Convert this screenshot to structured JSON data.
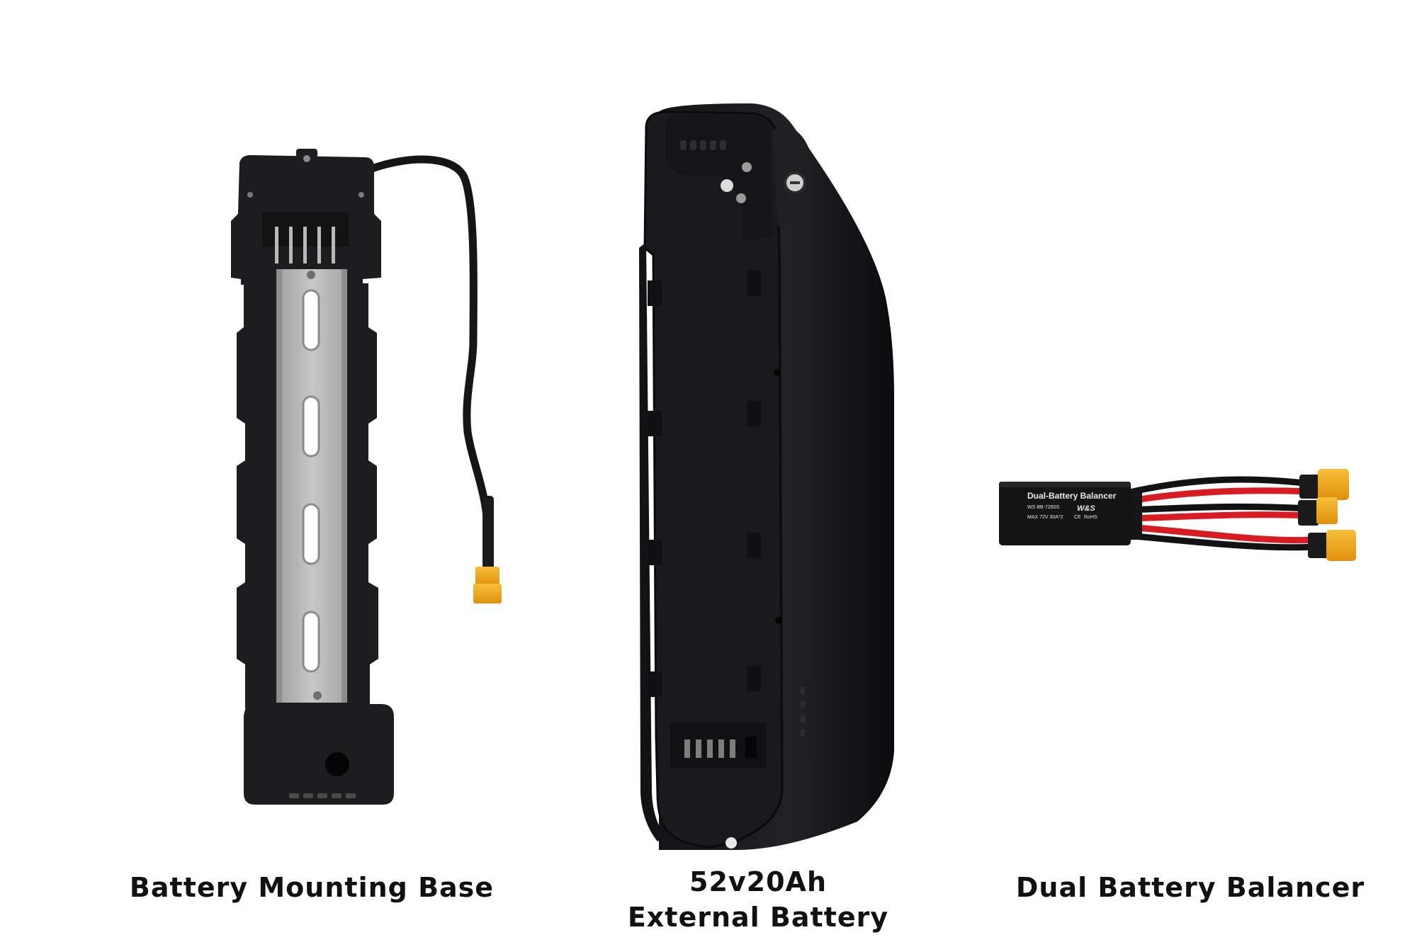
{
  "captions": {
    "mounting_base": "Battery Mounting Base",
    "battery_line1": "52v20Ah",
    "battery_line2": "External Battery",
    "balancer": "Dual Battery Balancer"
  },
  "balancer_label": {
    "line1": "Dual-Battery  Balancer",
    "line2": "WS BB-7260S",
    "brand": "W&S",
    "line3": "MAX  72V  30A*2",
    "ce": "CE",
    "rohs": "RoHS"
  },
  "colors": {
    "background": "#ffffff",
    "plastic": "#1c1c1e",
    "plastic_edge": "#0d0d0e",
    "rail": "#b8bab9",
    "connector": "#f2a61a",
    "wire_red": "#d91c24",
    "wire_black": "#121212",
    "caption": "#111111"
  }
}
